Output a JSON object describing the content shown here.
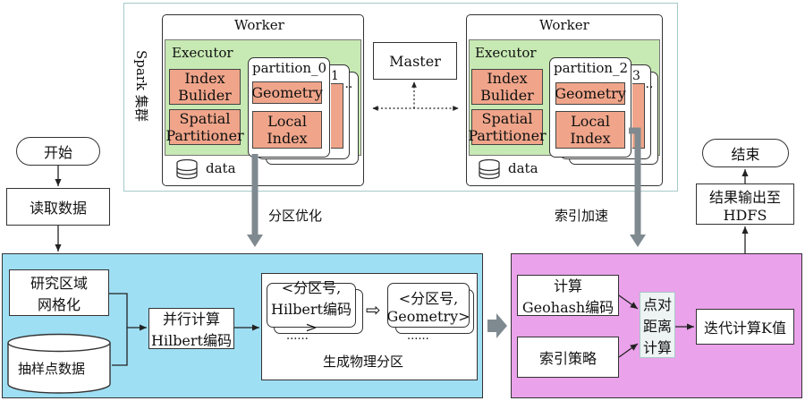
{
  "cluster": {
    "label": "Spark 集群",
    "workers": [
      {
        "title": "Worker",
        "executor": "Executor",
        "index_builder": [
          "Index",
          "Bulider"
        ],
        "spatial_partitioner": [
          "Spatial",
          "Partitioner"
        ],
        "partition": "partition_0",
        "back_labels": [
          "1",
          "..."
        ],
        "geometry": "Geometry",
        "local_index": [
          "Local",
          "Index"
        ],
        "data": "data"
      },
      {
        "title": "Worker",
        "executor": "Executor",
        "index_builder": [
          "Index",
          "Bulider"
        ],
        "spatial_partitioner": [
          "Spatial",
          "Partitioner"
        ],
        "partition": "partition_2",
        "back_labels": [
          "3",
          "..."
        ],
        "geometry": "Geometry",
        "local_index": [
          "Local",
          "Index"
        ],
        "data": "data"
      }
    ],
    "master": "Master"
  },
  "flow": {
    "start": "开始",
    "read": "读取数据",
    "end": "结束",
    "output": [
      "结果输出至",
      "HDFS"
    ],
    "arrow_partition": "分区优化",
    "arrow_index": "索引加速"
  },
  "left_panel": {
    "grid": [
      "研究区域",
      "网格化"
    ],
    "sample": "抽样点数据",
    "hilbert": [
      "并行计算",
      "Hilbert编码"
    ],
    "pair1": [
      "<分区号,",
      "Hilbert编码>"
    ],
    "pair2": [
      "<分区号,",
      "Geometry>"
    ],
    "ellipsis": "......",
    "caption": "生成物理分区",
    "transform_symbol": "⇨"
  },
  "right_panel": {
    "geohash": [
      "计算",
      "Geohash编码"
    ],
    "strategy": "索引策略",
    "distance": [
      "点对",
      "距离",
      "计算"
    ],
    "iterate": "迭代计算K值"
  },
  "colors": {
    "left_panel_bg": "#9fdff4",
    "right_panel_bg": "#eaa2ea",
    "executor_bg": "#c7e9b3",
    "component_bg": "#f0a58a",
    "gray_arrow": "#7f8a90",
    "cluster_border": "#a6c9c9"
  }
}
